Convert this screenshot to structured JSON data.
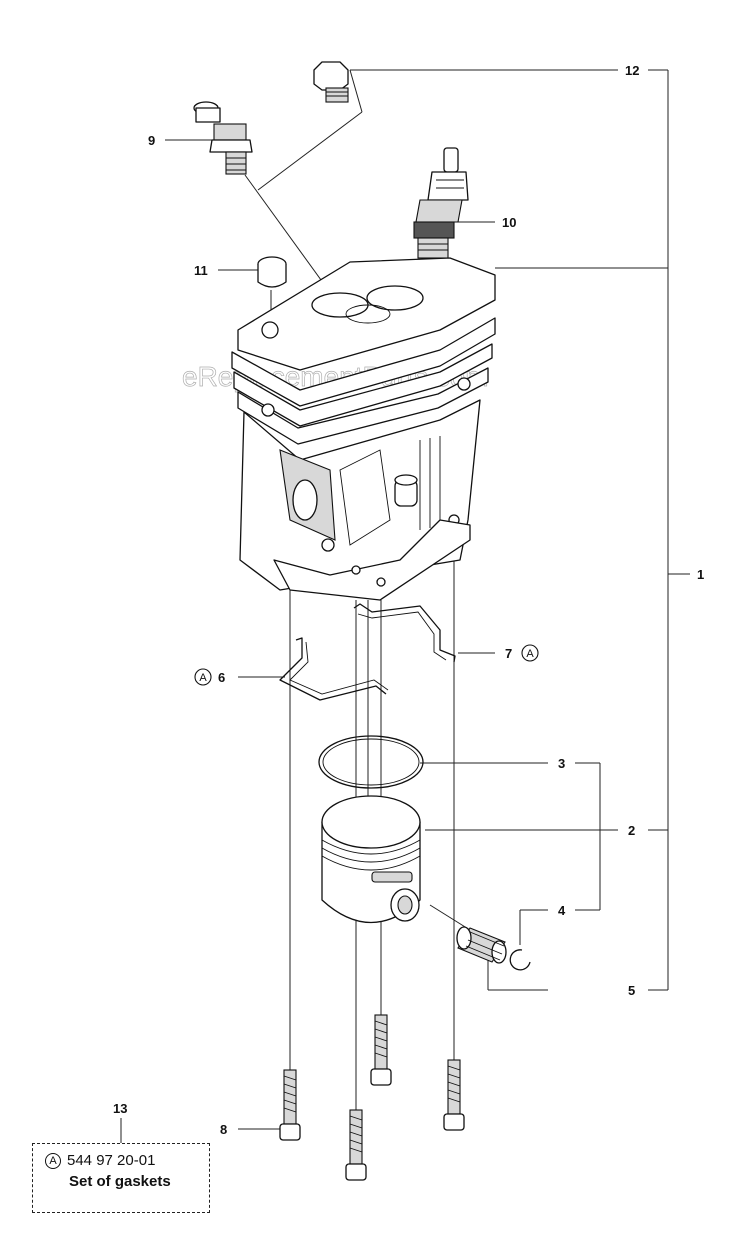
{
  "watermark": "eReplacementParts.com",
  "callouts": {
    "c1": "1",
    "c2": "2",
    "c3": "3",
    "c4": "4",
    "c5": "5",
    "c6": "6",
    "c7": "7",
    "c8": "8",
    "c9": "9",
    "c10": "10",
    "c11": "11",
    "c12": "12",
    "c13": "13"
  },
  "marker": "A",
  "kit": {
    "part_number": "544 97 20-01",
    "description": "Set of gaskets"
  }
}
